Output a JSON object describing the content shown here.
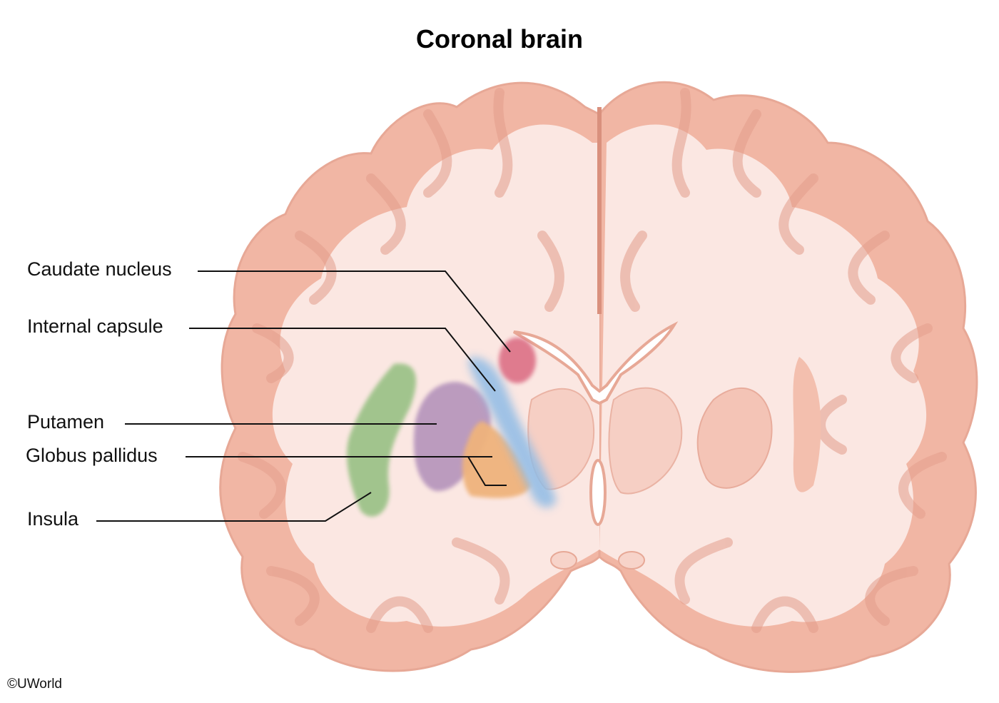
{
  "title": "Coronal brain",
  "labels": {
    "caudate": "Caudate nucleus",
    "internal_capsule": "Internal capsule",
    "putamen": "Putamen",
    "globus_pallidus": "Globus pallidus",
    "insula": "Insula"
  },
  "copyright": "©UWorld",
  "colors": {
    "cortex": "#f1b6a4",
    "white_matter": "#fbe7e2",
    "caudate": "#dc6f86",
    "internal_capsule": "#8fbce6",
    "putamen": "#b897bd",
    "globus_pallidus": "#efb37c",
    "insula": "#9dc389"
  }
}
